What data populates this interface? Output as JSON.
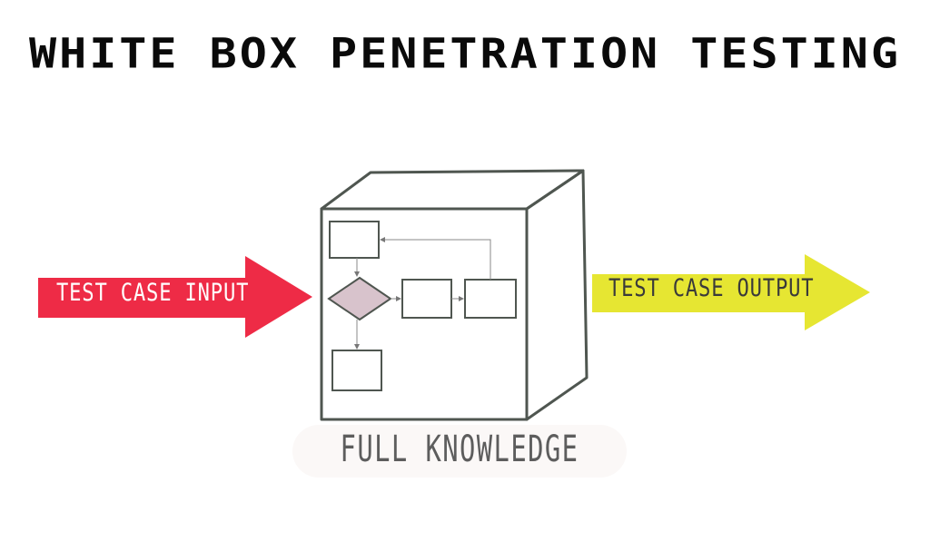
{
  "title": "WHITE BOX PENETRATION TESTING",
  "input_label": "TEST CASE INPUT",
  "output_label": "TEST CASE OUTPUT",
  "caption": "FULL KNOWLEDGE",
  "colors": {
    "input_arrow": "#ee2b46",
    "output_arrow": "#e6e632",
    "decision_fill": "#d8c3cc",
    "line": "#4f5650"
  }
}
